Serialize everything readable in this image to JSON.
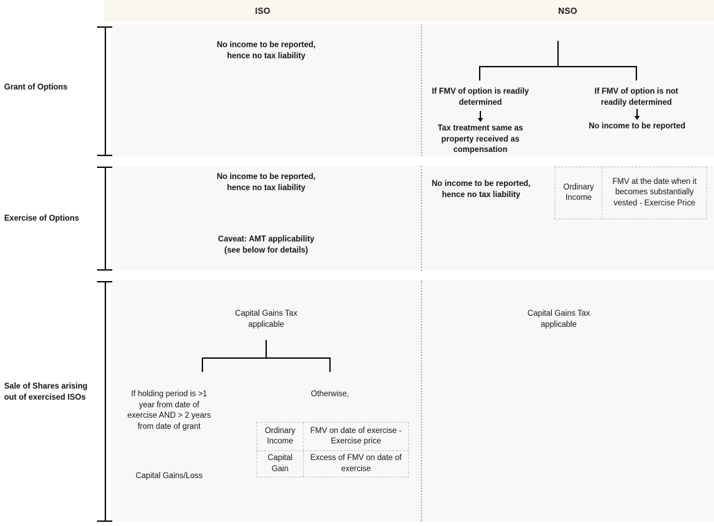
{
  "header": {
    "columns": [
      {
        "label": "ISO"
      },
      {
        "label": "NSO"
      }
    ]
  },
  "rows": [
    {
      "label": "Grant of Options",
      "iso": {
        "main": "No income to be reported, hence no tax liability"
      },
      "nso": {
        "branches": [
          {
            "condition": "If FMV of option is readily determined",
            "outcome": "Tax treatment same as property received as compensation"
          },
          {
            "condition": "If FMV of option is not readily determined",
            "outcome": "No income to be reported"
          }
        ]
      }
    },
    {
      "label": "Exercise of Options",
      "iso": {
        "main": "No income to be reported, hence no tax liability",
        "caveat": "Caveat: AMT applicability (see below for details)"
      },
      "nso": {
        "main": "No income to be reported, hence no tax liability",
        "table": {
          "rows": [
            {
              "term": "Ordinary Income",
              "definition": "FMV at the date when it becomes substantially vested - Exercise Price"
            }
          ]
        }
      }
    },
    {
      "label": "Sale of Shares arising out of exercised ISOs",
      "iso": {
        "main": "Capital Gains Tax applicable",
        "branches": [
          {
            "condition": "If holding period is >1 year from date of exercise AND > 2 years from date of grant",
            "outcome": "Capital Gains/Loss"
          },
          {
            "condition": "Otherwise,",
            "table": {
              "rows": [
                {
                  "term": "Ordinary Income",
                  "definition": "FMV on date of exercise - Exercise price"
                },
                {
                  "term": "Capital Gain",
                  "definition": "Excess of FMV on date of exercise"
                }
              ]
            }
          }
        ]
      },
      "nso": {
        "main": "Capital Gains Tax applicable"
      }
    }
  ],
  "colors": {
    "header_band": "#faf7ee",
    "panel": "#f8f8f8",
    "line": "#141414",
    "dashed_border": "#c4c4c4"
  }
}
